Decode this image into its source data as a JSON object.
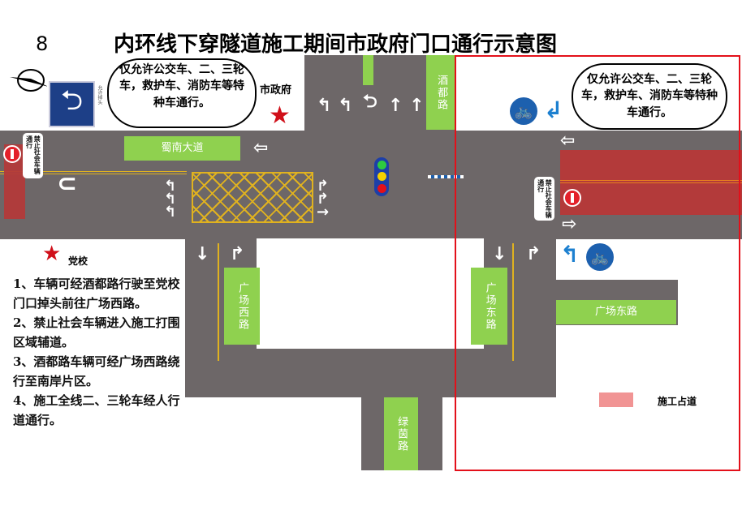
{
  "page_number": "8",
  "title": "内环线下穿隧道施工期间市政府门口通行示意图",
  "landmarks": {
    "city_hall": "市政府",
    "party_school": "党校"
  },
  "roads": {
    "shunan": "蜀南大道",
    "jiudu": "酒都路",
    "guangchang_west": "广场西路",
    "guangchang_east_vertical": "广场东路",
    "guangchang_east_horizontal": "广场东路",
    "lvyin": "绿茵路"
  },
  "callouts": {
    "left": "仅允许公交车、二、三轮车，救护车、消防车等特种车通行。",
    "right": "仅允许公交车、二、三轮车，救护车、消防车等特种车通行。"
  },
  "signs": {
    "uturn_sign_caption": "允许掉头",
    "left_closure": "禁止社会车辆通行",
    "right_closure": "禁止社会车辆通行"
  },
  "notes": [
    "1、车辆可经酒都路行驶至党校门口掉头前往广场西路。",
    "2、禁止社会车辆进入施工打围区域辅道。",
    "3、酒都路车辆可经广场西路绕行至南岸片区。",
    "4、施工全线二、三轮车经人行道通行。"
  ],
  "legend": {
    "construction": "施工占道"
  },
  "icons": [
    "compass-icon",
    "u-turn-sign-icon",
    "no-entry-icon",
    "bicycle-icon",
    "traffic-light-icon",
    "star-icon",
    "arrow-icon"
  ],
  "colors": {
    "road": "#6d6768",
    "green_label": "#8fd14f",
    "construction": "#b33a3a",
    "legend_construction": "#f19494",
    "highlight_frame": "#e3101a",
    "sign_blue": "#1d60ae",
    "yellow_marking": "#e0b21f"
  }
}
